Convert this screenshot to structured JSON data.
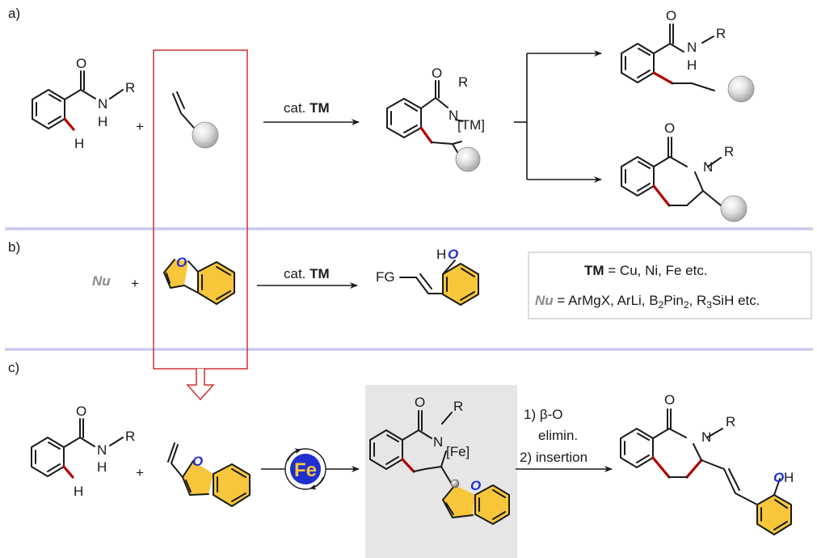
{
  "panels": {
    "a": "a)",
    "b": "b)",
    "c": "c)"
  },
  "atoms": {
    "O": "O",
    "N": "N",
    "H": "H",
    "R": "R",
    "TM_bracket": "[TM]",
    "Fe_bracket": "[Fe]",
    "FG": "FG",
    "plus": "+",
    "Nu": "Nu"
  },
  "reaction_a": {
    "reagent": "cat.",
    "catalyst": "TM"
  },
  "reaction_b": {
    "reagent": "cat.",
    "catalyst": "TM"
  },
  "note_box": {
    "tm_label": "TM",
    "tm_text": " = Cu, Ni, Fe etc.",
    "nu_label": "Nu",
    "nu_text_1": " = ArMgX, ArLi, B",
    "nu_sub_1": "2",
    "nu_text_2": "Pin",
    "nu_sub_2": "2",
    "nu_text_3": ", R",
    "nu_sub_3": "3",
    "nu_text_4": "SiH etc."
  },
  "reaction_c": {
    "catalyst": "Fe",
    "step1_num": "1) ",
    "step1_beta": "β",
    "step1_rest": "-O",
    "step1_line2": "elimin.",
    "step2": "2) insertion"
  },
  "colors": {
    "red_bond": "#b00000",
    "heteroatom_O": "#1f2fd0",
    "ring_yellow": "#f8c63a",
    "separator": "#c9c9ec",
    "box_highlight": "#e6e6e6",
    "fe_badge": "#1f2fd0"
  }
}
